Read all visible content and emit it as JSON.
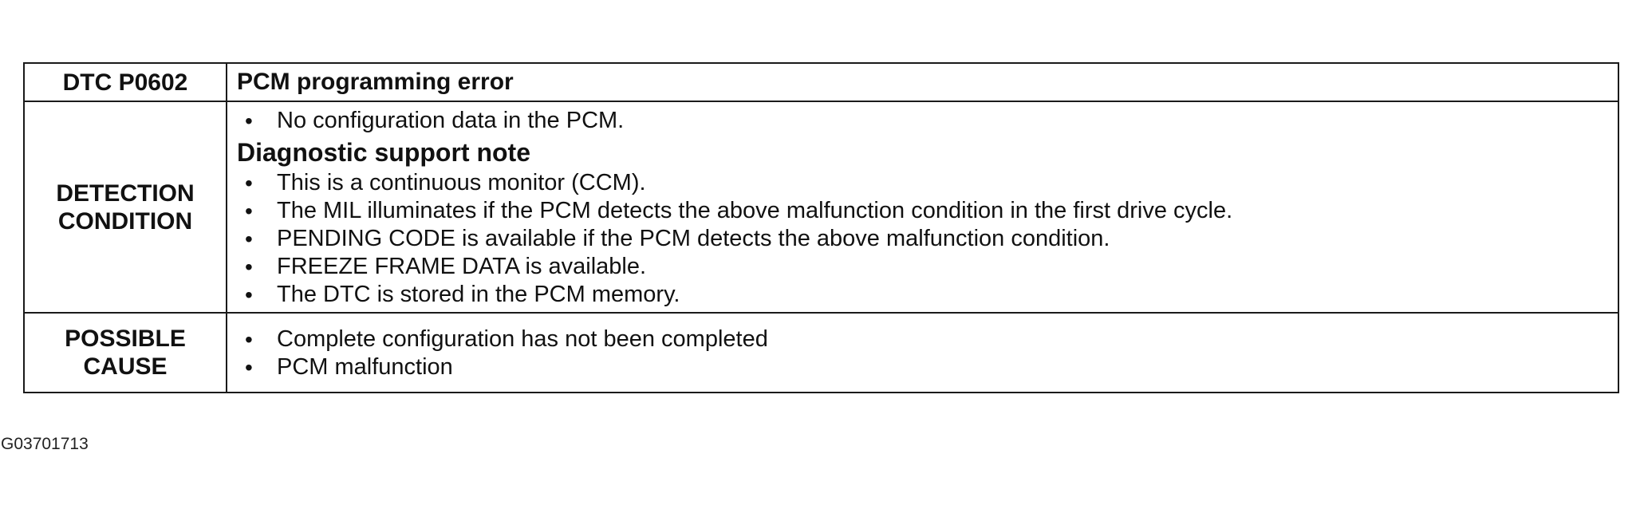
{
  "header": {
    "code": "DTC P0602",
    "title": "PCM programming error"
  },
  "detection_condition": {
    "label_line1": "DETECTION",
    "label_line2": "CONDITION",
    "items_before_note": [
      "No configuration data in the PCM."
    ],
    "note_heading": "Diagnostic support note",
    "note_items": [
      "This is a continuous monitor (CCM).",
      "The MIL illuminates if the PCM detects the above malfunction condition in the first drive cycle.",
      "PENDING CODE is available if the PCM detects the above malfunction condition.",
      "FREEZE FRAME DATA is available.",
      "The DTC is stored in the PCM memory."
    ]
  },
  "possible_cause": {
    "label_line1": "POSSIBLE",
    "label_line2": "CAUSE",
    "items": [
      "Complete configuration has not been completed",
      "PCM malfunction"
    ]
  },
  "footer": {
    "figure_id": "G03701713"
  }
}
